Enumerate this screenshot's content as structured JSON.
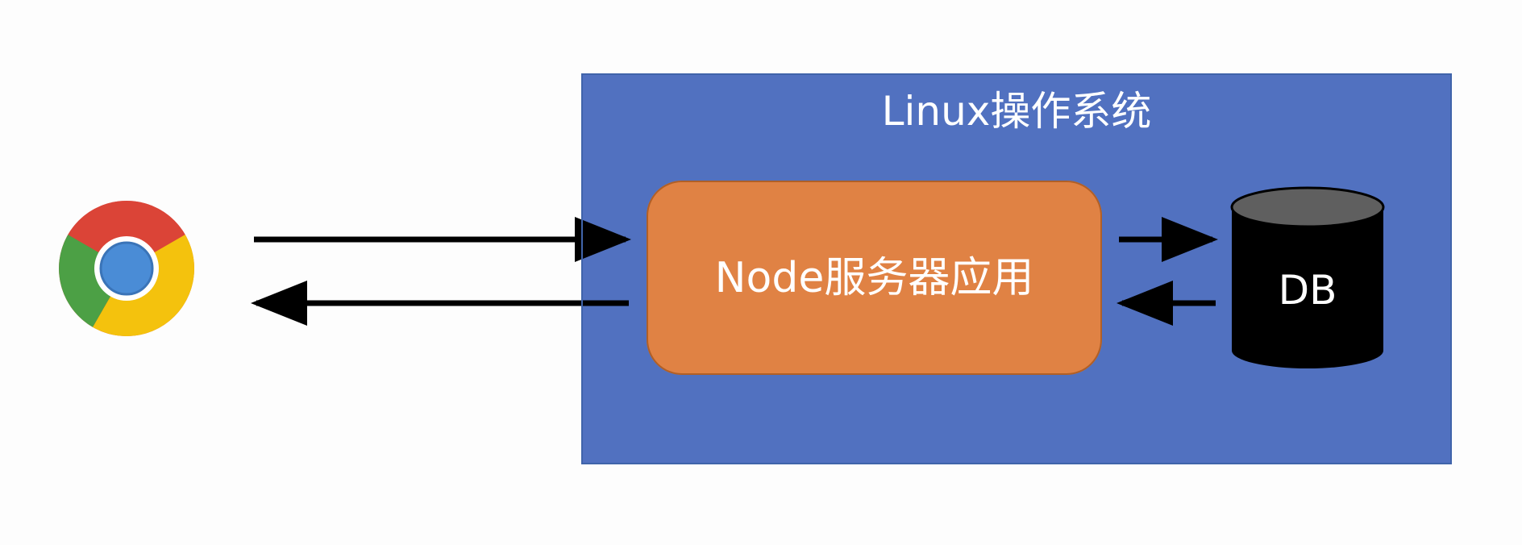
{
  "diagram": {
    "os_title": "Linux操作系统",
    "node_label": "Node服务器应用",
    "db_label": "DB",
    "icons": {
      "client": "chrome-browser-icon",
      "database": "database-cylinder-icon"
    },
    "colors": {
      "os_box": "#5171c0",
      "node_box": "#e08244",
      "db": "#000000",
      "db_top": "#5f5f5f",
      "arrow": "#000000"
    }
  }
}
